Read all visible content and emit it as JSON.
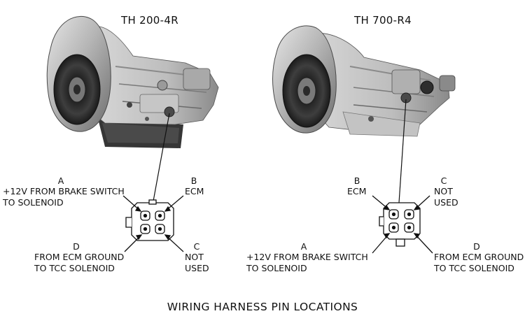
{
  "transmissions": [
    {
      "name": "TH 200-4R",
      "pins": {
        "A": {
          "letter": "A",
          "lines": [
            "+12V FROM BRAKE SWITCH",
            "TO SOLENOID"
          ]
        },
        "B": {
          "letter": "B",
          "lines": [
            "ECM"
          ]
        },
        "C": {
          "letter": "C",
          "lines": [
            "NOT",
            "USED"
          ]
        },
        "D": {
          "letter": "D",
          "lines": [
            "FROM ECM GROUND",
            "TO TCC SOLENOID"
          ]
        }
      }
    },
    {
      "name": "TH 700-R4",
      "pins": {
        "A": {
          "letter": "A",
          "lines": [
            "+12V FROM BRAKE SWITCH",
            "TO SOLENOID"
          ]
        },
        "B": {
          "letter": "B",
          "lines": [
            "ECM"
          ]
        },
        "C": {
          "letter": "C",
          "lines": [
            "NOT",
            "USED"
          ]
        },
        "D": {
          "letter": "D",
          "lines": [
            "FROM ECM GROUND",
            "TO TCC SOLENOID"
          ]
        }
      }
    }
  ],
  "caption": "WIRING HARNESS PIN LOCATIONS",
  "colors": {
    "ink": "#111111",
    "metal": "#b9b9b9",
    "metal_dark": "#5a5a5a",
    "pan": "#3a3a3a"
  }
}
